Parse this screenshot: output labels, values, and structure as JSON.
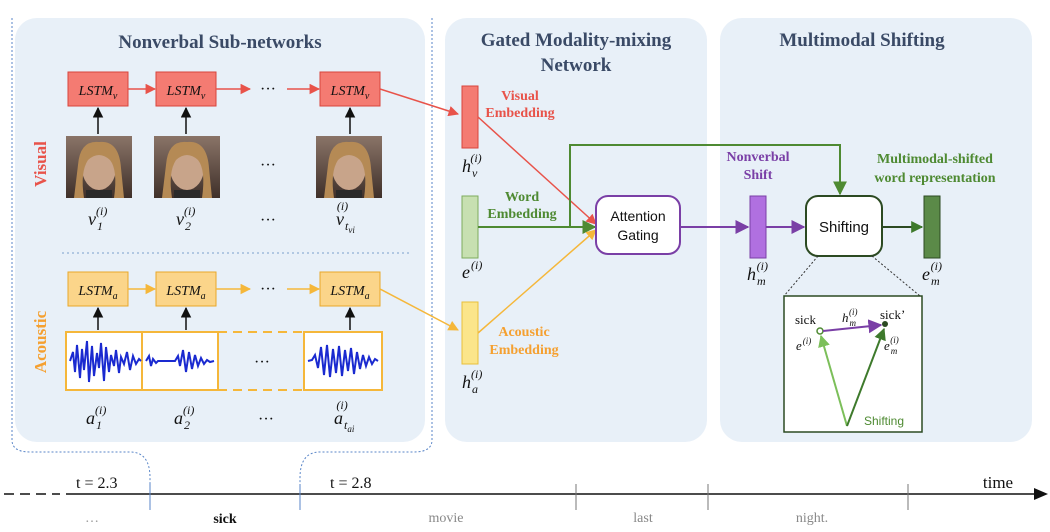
{
  "panels": {
    "nonverbal_title": "Nonverbal Sub-networks",
    "gated_title_line1": "Gated Modality-mixing",
    "gated_title_line2": "Network",
    "shift_title": "Multimodal Shifting"
  },
  "rows": {
    "visual_label": "Visual",
    "acoustic_label": "Acoustic"
  },
  "lstm": {
    "base": "LSTM",
    "visual_sub": "v",
    "acoustic_sub": "a"
  },
  "ellipsis": "···",
  "inputs": {
    "visual": [
      {
        "base": "v",
        "sub": "1",
        "sup": "(i)"
      },
      {
        "base": "v",
        "sub": "2",
        "sup": "(i)"
      },
      {
        "base": "v",
        "sub": "t",
        "sub2": "vi",
        "sup": "(i)"
      }
    ],
    "acoustic": [
      {
        "base": "a",
        "sub": "1",
        "sup": "(i)"
      },
      {
        "base": "a",
        "sub": "2",
        "sup": "(i)"
      },
      {
        "base": "a",
        "sub": "t",
        "sub2": "ai",
        "sup": "(i)"
      }
    ]
  },
  "embeddings": {
    "visual_line1": "Visual",
    "visual_line2": "Embedding",
    "word_line1": "Word",
    "word_line2": "Embedding",
    "acoustic_line1": "Acoustic",
    "acoustic_line2": "Embedding",
    "hv": {
      "base": "h",
      "sub": "v",
      "sup": "(i)"
    },
    "e": {
      "base": "e",
      "sup": "(i)"
    },
    "ha": {
      "base": "h",
      "sub": "a",
      "sup": "(i)"
    }
  },
  "attention": {
    "line1": "Attention",
    "line2": "Gating"
  },
  "nonverbal_shift": {
    "line1": "Nonverbal",
    "line2": "Shift",
    "hm": {
      "base": "h",
      "sub": "m",
      "sup": "(i)"
    }
  },
  "shifting": {
    "label": "Shifting"
  },
  "output": {
    "line1": "Multimodal-shifted",
    "line2": "word representation",
    "em": {
      "base": "e",
      "sub": "m",
      "sup": "(i)"
    }
  },
  "inset": {
    "sick": "sick",
    "sick_prime": "sick’",
    "hm": {
      "base": "h",
      "sub": "m",
      "sup": "(i)"
    },
    "e": {
      "base": "e",
      "sup": "(i)"
    },
    "em": {
      "base": "e",
      "sub": "m",
      "sup": "(i)"
    },
    "caption": "Shifting"
  },
  "timeline": {
    "t1": "t = 2.3",
    "t2": "t = 2.8",
    "time_label": "time",
    "words": [
      "…",
      "sick",
      "movie",
      "last",
      "night."
    ]
  },
  "colors": {
    "panel_bg": "#e8f0f8",
    "visual": "#e8534a",
    "visual_fill": "#f47b72",
    "acoustic": "#f5b73a",
    "acoustic_fill": "#fbd58a",
    "word": "#4e8a32",
    "word_fill": "#c7e0b1",
    "nonverbal": "#7a3fa6",
    "nonverbal_fill": "#b070e0",
    "output_fill": "#5b8a48",
    "wave": "#1a2ad0",
    "title": "#3a4a66"
  }
}
